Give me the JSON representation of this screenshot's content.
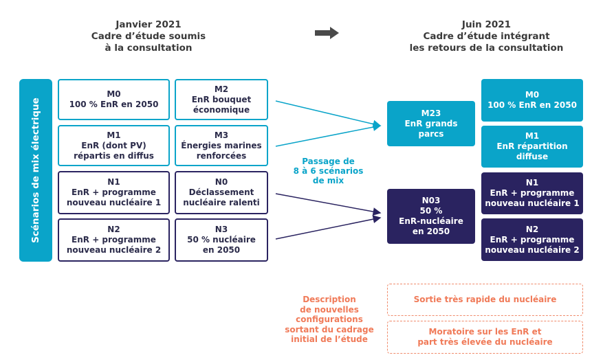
{
  "left_header": {
    "line1": "Janvier 2021",
    "line2": "Cadre d’étude soumis",
    "line3": "à la consultation"
  },
  "right_header": {
    "line1": "Juin 2021",
    "line2": "Cadre d’étude intégrant",
    "line3": "les retours de la consultation"
  },
  "side_label": "Scénarios de mix électrique",
  "left_boxes": {
    "m0": {
      "l1": "M0",
      "l2": "100 % EnR en 2050"
    },
    "m1": {
      "l1": "M1",
      "l2": "EnR (dont PV)",
      "l3": "répartis en diffus"
    },
    "m2": {
      "l1": "M2",
      "l2": "EnR bouquet",
      "l3": "économique"
    },
    "m3": {
      "l1": "M3",
      "l2": "Énergies marines",
      "l3": "renforcées"
    },
    "n1": {
      "l1": "N1",
      "l2": "EnR + programme",
      "l3": "nouveau nucléaire 1"
    },
    "n2": {
      "l1": "N2",
      "l2": "EnR + programme",
      "l3": "nouveau nucléaire 2"
    },
    "n0": {
      "l1": "N0",
      "l2": "Déclassement",
      "l3": "nucléaire ralenti"
    },
    "n3": {
      "l1": "N3",
      "l2": "50 % nucléaire",
      "l3": "en 2050"
    }
  },
  "middle_note": {
    "l1": "Passage de",
    "l2": "8 à 6 scénarios",
    "l3": "de mix"
  },
  "merged": {
    "m23": {
      "l1": "M23",
      "l2": "EnR grands",
      "l3": "parcs"
    },
    "n03": {
      "l1": "N03",
      "l2": "50 %",
      "l3": "EnR-nucléaire",
      "l4": "en 2050"
    }
  },
  "right_boxes": {
    "m0": {
      "l1": "M0",
      "l2": "100 % EnR en 2050"
    },
    "m1": {
      "l1": "M1",
      "l2": "EnR répartition",
      "l3": "diffuse"
    },
    "n1": {
      "l1": "N1",
      "l2": "EnR + programme",
      "l3": "nouveau nucléaire 1"
    },
    "n2": {
      "l1": "N2",
      "l2": "EnR + programme",
      "l3": "nouveau nucléaire 2"
    }
  },
  "description_note": {
    "l1": "Description",
    "l2": "de nouvelles",
    "l3": "configurations",
    "l4": "sortant du cadrage",
    "l5": "initial de l’étude"
  },
  "new_configs": {
    "c1": "Sortie très rapide du nucléaire",
    "c2_l1": "Moratoire sur les EnR et",
    "c2_l2": "part très élevée du nucléaire"
  },
  "colors": {
    "teal": "#0aa4c9",
    "navy": "#2a2360",
    "orange": "#f07a58",
    "dark_arrow": "#4a4a4a"
  }
}
